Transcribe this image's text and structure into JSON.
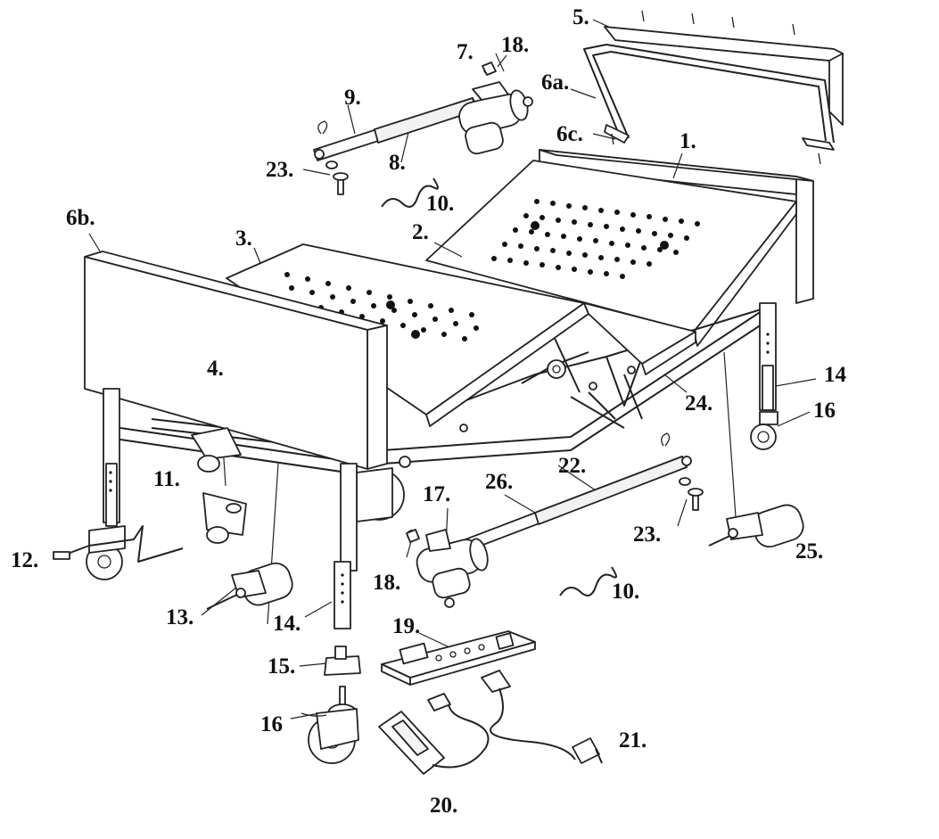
{
  "labels": {
    "l1": "1.",
    "l2": "2.",
    "l3": "3.",
    "l4": "4.",
    "l5": "5.",
    "l6a": "6a.",
    "l6b": "6b.",
    "l6c": "6c.",
    "l7": "7.",
    "l8": "8.",
    "l9": "9.",
    "l10a": "10.",
    "l10b": "10.",
    "l11": "11.",
    "l12": "12.",
    "l13": "13.",
    "l14a": "14",
    "l14b": "14.",
    "l15": "15.",
    "l16a": "16",
    "l16b": "16",
    "l17": "17.",
    "l18a": "18.",
    "l18b": "18.",
    "l19": "19.",
    "l20": "20.",
    "l21": "21.",
    "l22": "22.",
    "l23a": "23.",
    "l23b": "23.",
    "l24": "24.",
    "l25": "25.",
    "l26": "26."
  }
}
